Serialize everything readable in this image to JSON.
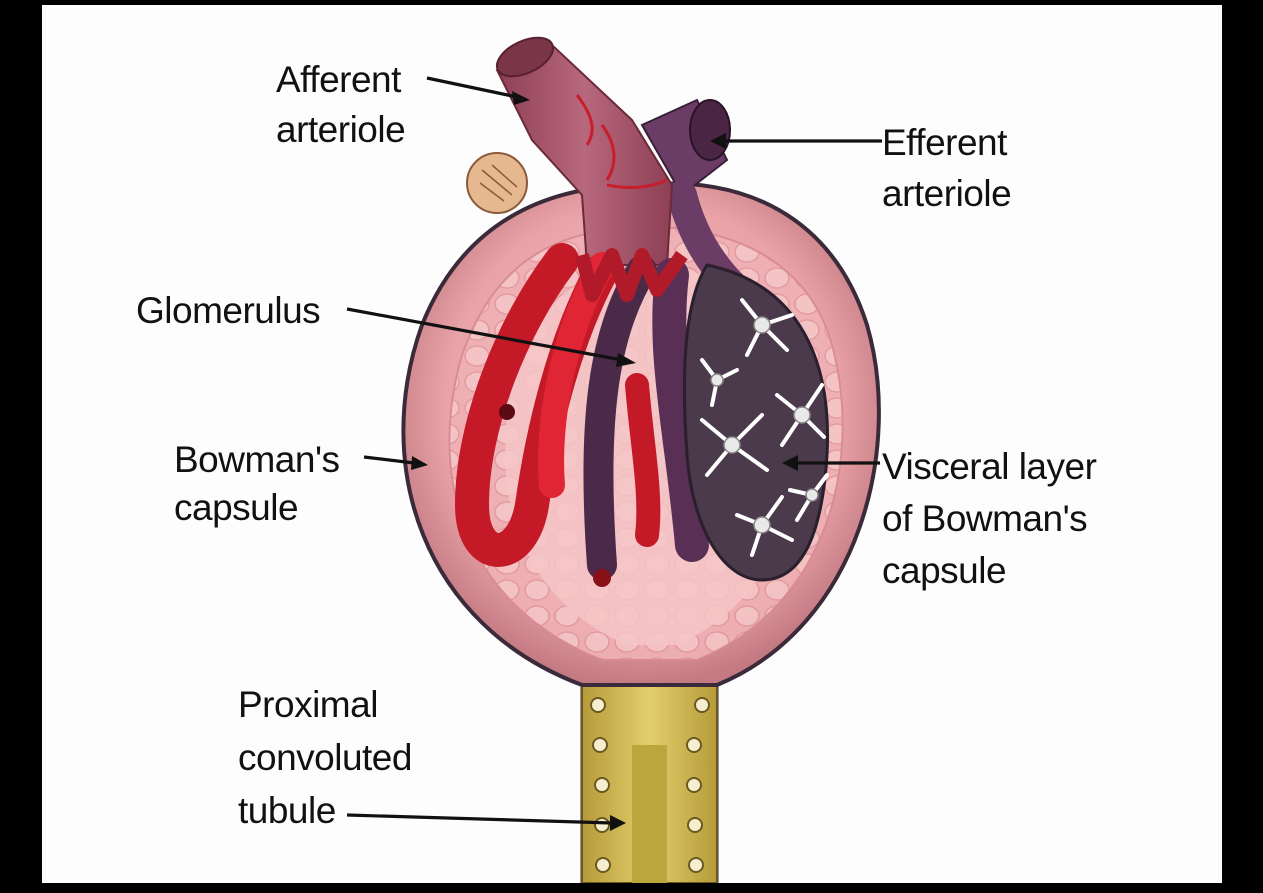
{
  "labels": {
    "afferent": [
      "Afferent",
      "arteriole"
    ],
    "efferent": [
      "Efferent",
      "arteriole"
    ],
    "glomerulus": [
      "Glomerulus"
    ],
    "bowmans": [
      "Bowman's",
      "capsule"
    ],
    "visceral": [
      "Visceral layer",
      "of Bowman's",
      "capsule"
    ],
    "proximal": [
      "Proximal",
      "convoluted",
      "tubule"
    ]
  },
  "colors": {
    "background": "#fdfdfd",
    "frame": "#000000",
    "capsule_outline": "#3a2a3a",
    "capsule_fill": "#e9a3a8",
    "afferent": "#a8556b",
    "efferent": "#6b3d66",
    "capillary_red": "#d0202e",
    "capillary_purple": "#4a2a48",
    "podocyte": "#ffffff",
    "tubule_yellow": "#d9c25a"
  }
}
